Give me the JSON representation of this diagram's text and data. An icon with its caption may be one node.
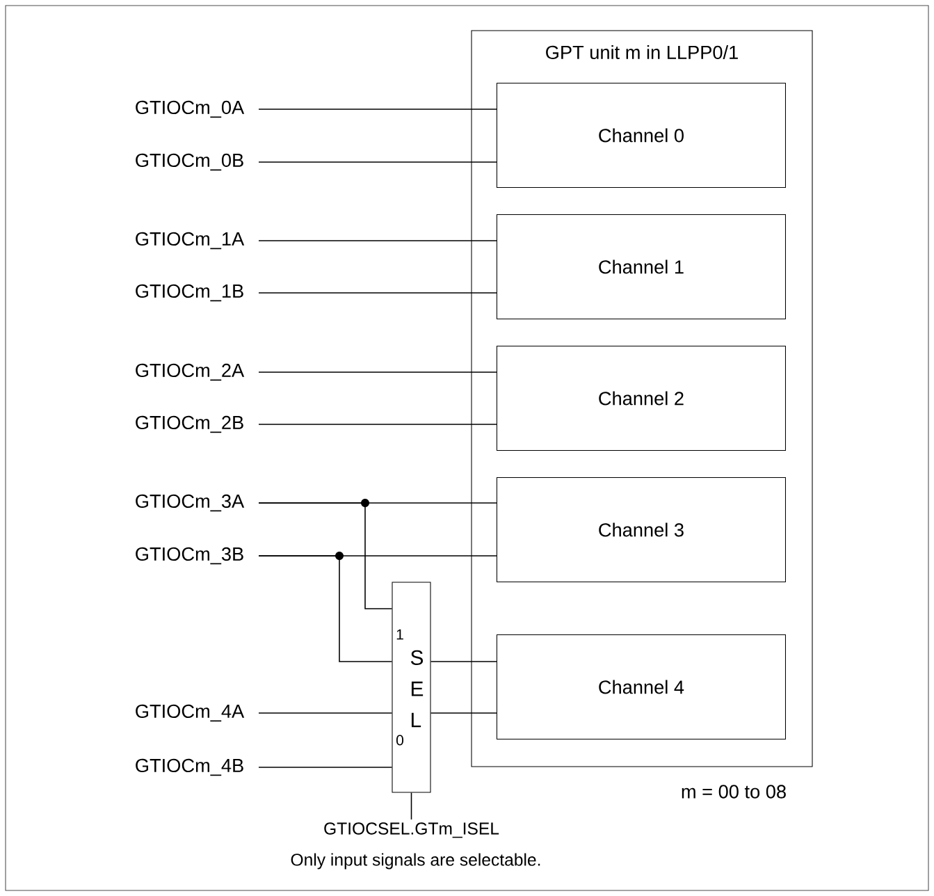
{
  "diagram": {
    "nodes": [
      {
        "text": [
          "GPT unit m in LLPP0/1"
        ]
      },
      {
        "text": [
          "Channel 0"
        ],
        "in": 0
      },
      {
        "text": [
          "Channel 1"
        ],
        "in": 0
      },
      {
        "text": [
          "Channel 2"
        ],
        "in": 0
      },
      {
        "text": [
          "Channel 3"
        ],
        "in": 0
      },
      {
        "text": [
          "Channel 4"
        ],
        "in": 0
      },
      {
        "text": [
          "GTIOCm_0A"
        ]
      },
      {
        "text": [
          "GTIOCm_0B"
        ]
      },
      {
        "text": [
          "GTIOCm_1A"
        ]
      },
      {
        "text": [
          "GTIOCm_1B"
        ]
      },
      {
        "text": [
          "GTIOCm_2A"
        ]
      },
      {
        "text": [
          "GTIOCm_2B"
        ]
      },
      {
        "text": [
          "GTIOCm_3A"
        ]
      },
      {
        "text": [
          "GTIOCm_3B"
        ]
      },
      {
        "text": [
          "GTIOCm_4A"
        ]
      },
      {
        "text": [
          "GTIOCm_4B"
        ]
      },
      {
        "text": [
          "S E L",
          "1",
          "0"
        ]
      },
      {
        "text": [
          "GTIOCSEL.GTm_ISEL"
        ]
      }
    ],
    "edges": [
      {
        "from": 6,
        "to": 1,
        "arrow": "none"
      },
      {
        "from": 7,
        "to": 1,
        "arrow": "none"
      },
      {
        "from": 8,
        "to": 2,
        "arrow": "none"
      },
      {
        "from": 9,
        "to": 2,
        "arrow": "none"
      },
      {
        "from": 10,
        "to": 3,
        "arrow": "none"
      },
      {
        "from": 11,
        "to": 3,
        "arrow": "none"
      },
      {
        "from": 12,
        "to": 4,
        "arrow": "none"
      },
      {
        "from": 13,
        "to": 4,
        "arrow": "none"
      },
      {
        "from": 12,
        "to": 16,
        "arrow": "none"
      },
      {
        "from": 13,
        "to": 16,
        "arrow": "none"
      },
      {
        "from": 14,
        "to": 16,
        "arrow": "none"
      },
      {
        "from": 15,
        "to": 16,
        "arrow": "none"
      },
      {
        "from": 16,
        "to": 5,
        "arrow": "none"
      },
      {
        "from": 16,
        "to": 5,
        "arrow": "none"
      },
      {
        "from": 16,
        "to": 17,
        "arrow": "none"
      }
    ],
    "labels": [
      "m = 00 to 08",
      "Only input signals are selectable."
    ]
  }
}
